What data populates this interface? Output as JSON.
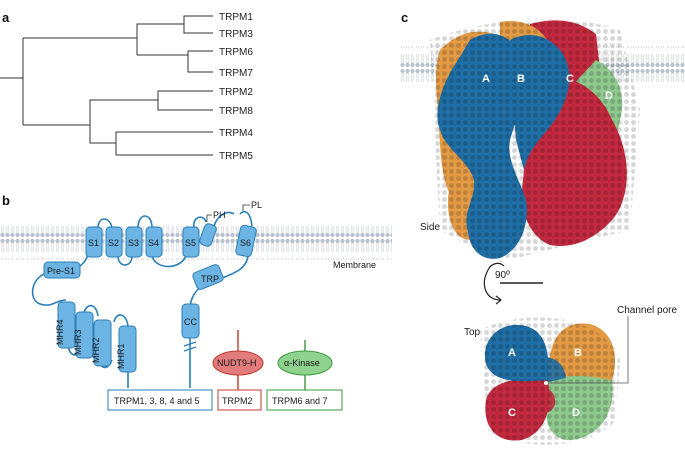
{
  "panels": {
    "a": "a",
    "b": "b",
    "c": "c"
  },
  "tree": {
    "leaves": [
      "TRPM1",
      "TRPM3",
      "TRPM6",
      "TRPM7",
      "TRPM2",
      "TRPM8",
      "TRPM4",
      "TRPM5"
    ]
  },
  "topology": {
    "segments": [
      "S1",
      "S2",
      "S3",
      "S4",
      "S5",
      "S6"
    ],
    "pre_s1": "Pre-S1",
    "ph": "PH",
    "pl": "PL",
    "trp": "TRP",
    "cc": "CC",
    "membrane": "Membrane",
    "mhr": [
      "MHR4",
      "MHR3",
      "MHR2",
      "MHR1"
    ],
    "nudt9": "NUDT9-H",
    "kinase": "α-Kinase",
    "box1": "TRPM1, 3, 8, 4 and 5",
    "box2": "TRPM2",
    "box3": "TRPM6 and 7",
    "colors": {
      "blue": "#6cb4e4",
      "blue_stroke": "#2a7fb8",
      "red": "#e27b7b",
      "red_stroke": "#c0392b",
      "green": "#8ed28e",
      "green_stroke": "#3a9a3a"
    }
  },
  "structure": {
    "subunits": [
      "A",
      "B",
      "C",
      "D"
    ],
    "side_label": "Side",
    "top_label": "Top",
    "rotation": "90º",
    "channel_pore": "Channel pore",
    "colors": {
      "A": "#1f6fa6",
      "B": "#e39a45",
      "C": "#c42a3f",
      "D": "#8ec98e"
    }
  }
}
